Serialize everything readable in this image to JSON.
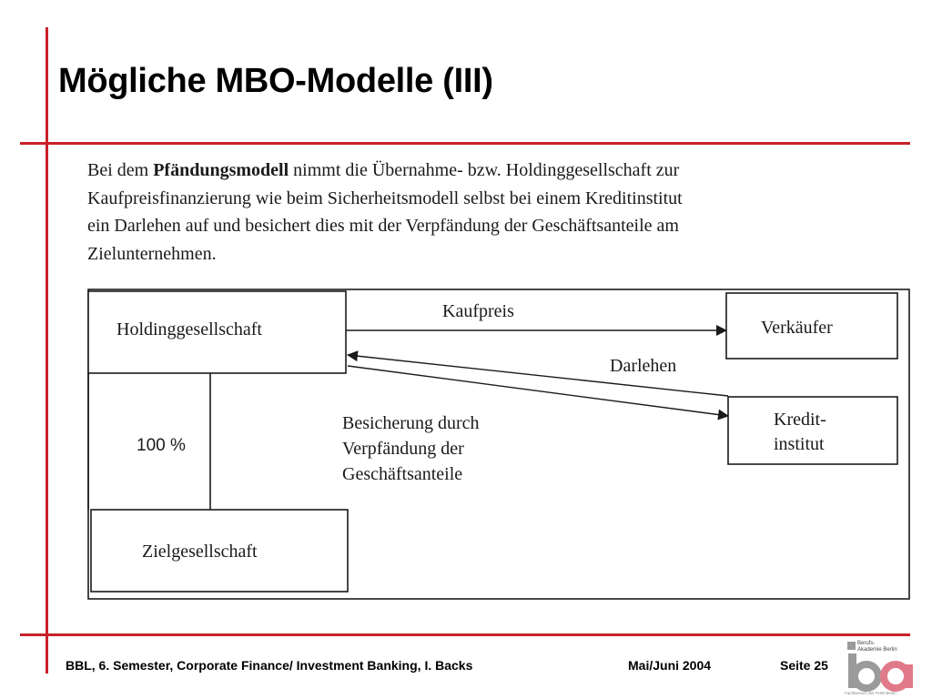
{
  "title": "Mögliche MBO-Modelle (III)",
  "intro": {
    "line1_pre": "Bei dem ",
    "line1_bold": "Pfändungsmodell",
    "line1_post": " nimmt die Übernahme- bzw. Holdinggesellschaft zur",
    "line2": "Kaufpreisfinanzierung wie beim Sicherheitsmodell selbst bei einem Kreditinstitut",
    "line3": "ein Darlehen auf und besichert dies mit der Verpfändung der Geschäftsanteile am",
    "line4": "Zielunternehmen."
  },
  "diagram": {
    "holding": "Holdinggesellschaft",
    "seller": "Verkäufer",
    "bank_line1": "Kredit-",
    "bank_line2": "institut",
    "target": "Zielgesellschaft",
    "purchase_price": "Kaufpreis",
    "loan": "Darlehen",
    "share": "100 %",
    "security_line1": "Besicherung durch",
    "security_line2": "Verpfändung der",
    "security_line3": "Geschäftsanteile"
  },
  "footer": {
    "course": "BBL, 6. Semester, Corporate Finance/ Investment Banking,  I. Backs",
    "date": "Mai/Juni 2004",
    "page": "Seite 25"
  },
  "logo": {
    "line1": "Berufs-",
    "line2": "Akademie Berlin",
    "letters": "ba",
    "sub": "Fachbereich der FHW Berlin"
  },
  "colors": {
    "accent_red": "#c8202a",
    "logo_pink": "#e07a8a",
    "logo_gray": "#9a9a9a"
  }
}
